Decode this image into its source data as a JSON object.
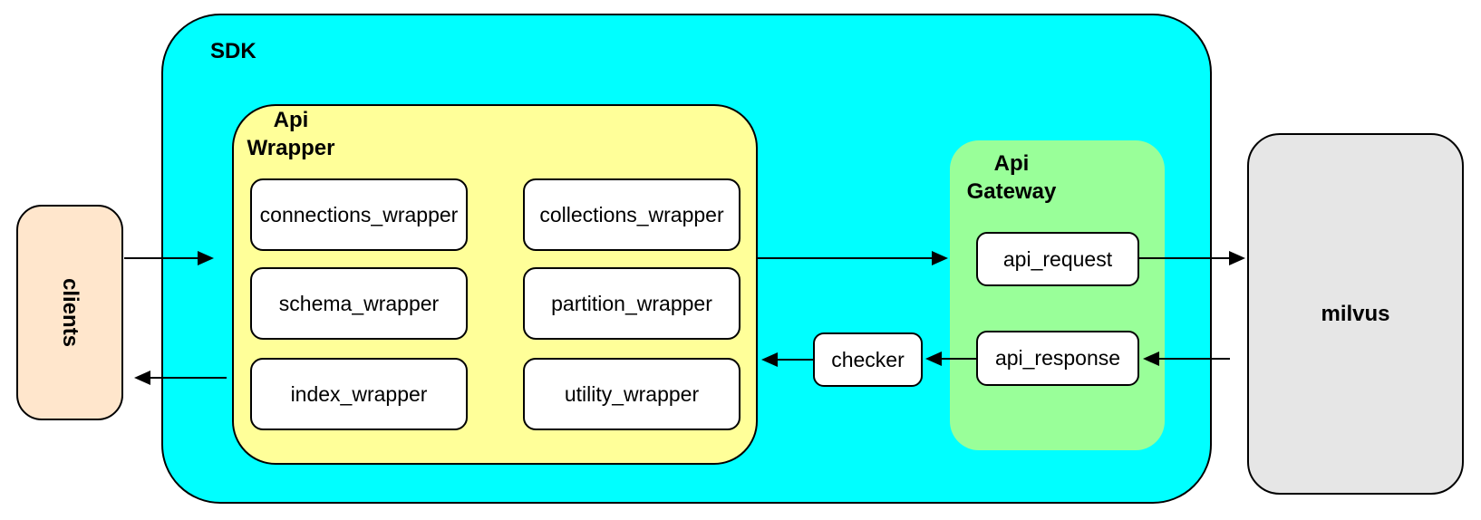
{
  "diagram_type": "architecture-flow",
  "colors": {
    "sdk_fill": "#00FFFF",
    "api_wrapper_fill": "#FFFF99",
    "api_gateway_fill": "#99FF99",
    "clients_fill": "#FFE6CC",
    "milvus_fill": "#E6E6E6",
    "node_fill": "#FFFFFF",
    "border": "#000000",
    "arrow": "#000000"
  },
  "nodes": {
    "clients": {
      "label": "clients"
    },
    "sdk": {
      "label": "SDK"
    },
    "api_wrapper": {
      "label_line1": "Api",
      "label_line2": "Wrapper"
    },
    "wrappers": [
      {
        "label": "connections_wrapper"
      },
      {
        "label": "collections_wrapper"
      },
      {
        "label": "schema_wrapper"
      },
      {
        "label": "partition_wrapper"
      },
      {
        "label": "index_wrapper"
      },
      {
        "label": "utility_wrapper"
      }
    ],
    "checker": {
      "label": "checker"
    },
    "api_gateway": {
      "label_line1": "Api",
      "label_line2": "Gateway"
    },
    "api_request": {
      "label": "api_request"
    },
    "api_response": {
      "label": "api_response"
    },
    "milvus": {
      "label": "milvus"
    }
  },
  "edges": [
    {
      "from": "clients",
      "to": "sdk",
      "direction": "right"
    },
    {
      "from": "sdk",
      "to": "clients",
      "direction": "left"
    },
    {
      "from": "api_wrapper",
      "to": "api_gateway",
      "direction": "right"
    },
    {
      "from": "api_request",
      "to": "milvus",
      "direction": "right"
    },
    {
      "from": "milvus",
      "to": "api_response",
      "direction": "left"
    },
    {
      "from": "api_response",
      "to": "checker",
      "direction": "left"
    },
    {
      "from": "checker",
      "to": "api_wrapper",
      "direction": "left"
    }
  ]
}
